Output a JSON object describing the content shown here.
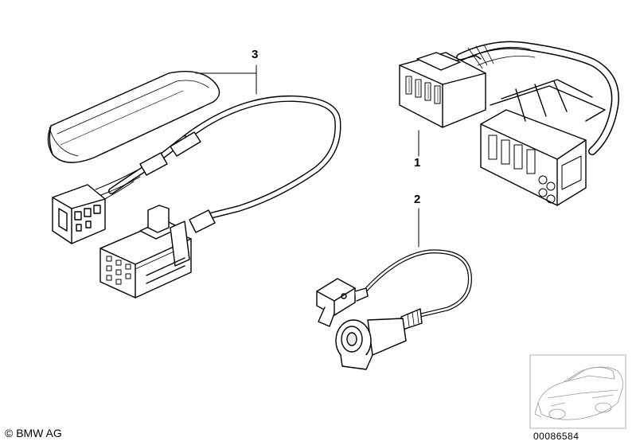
{
  "callouts": {
    "one": "1",
    "two": "2",
    "three": "3"
  },
  "footer": {
    "copyright": "© BMW AG",
    "diagram_id": "00086584"
  },
  "colors": {
    "line": "#000000",
    "fill": "#ffffff",
    "shade": "#e9e9e9",
    "thumb_stroke": "#9a9a9a"
  }
}
